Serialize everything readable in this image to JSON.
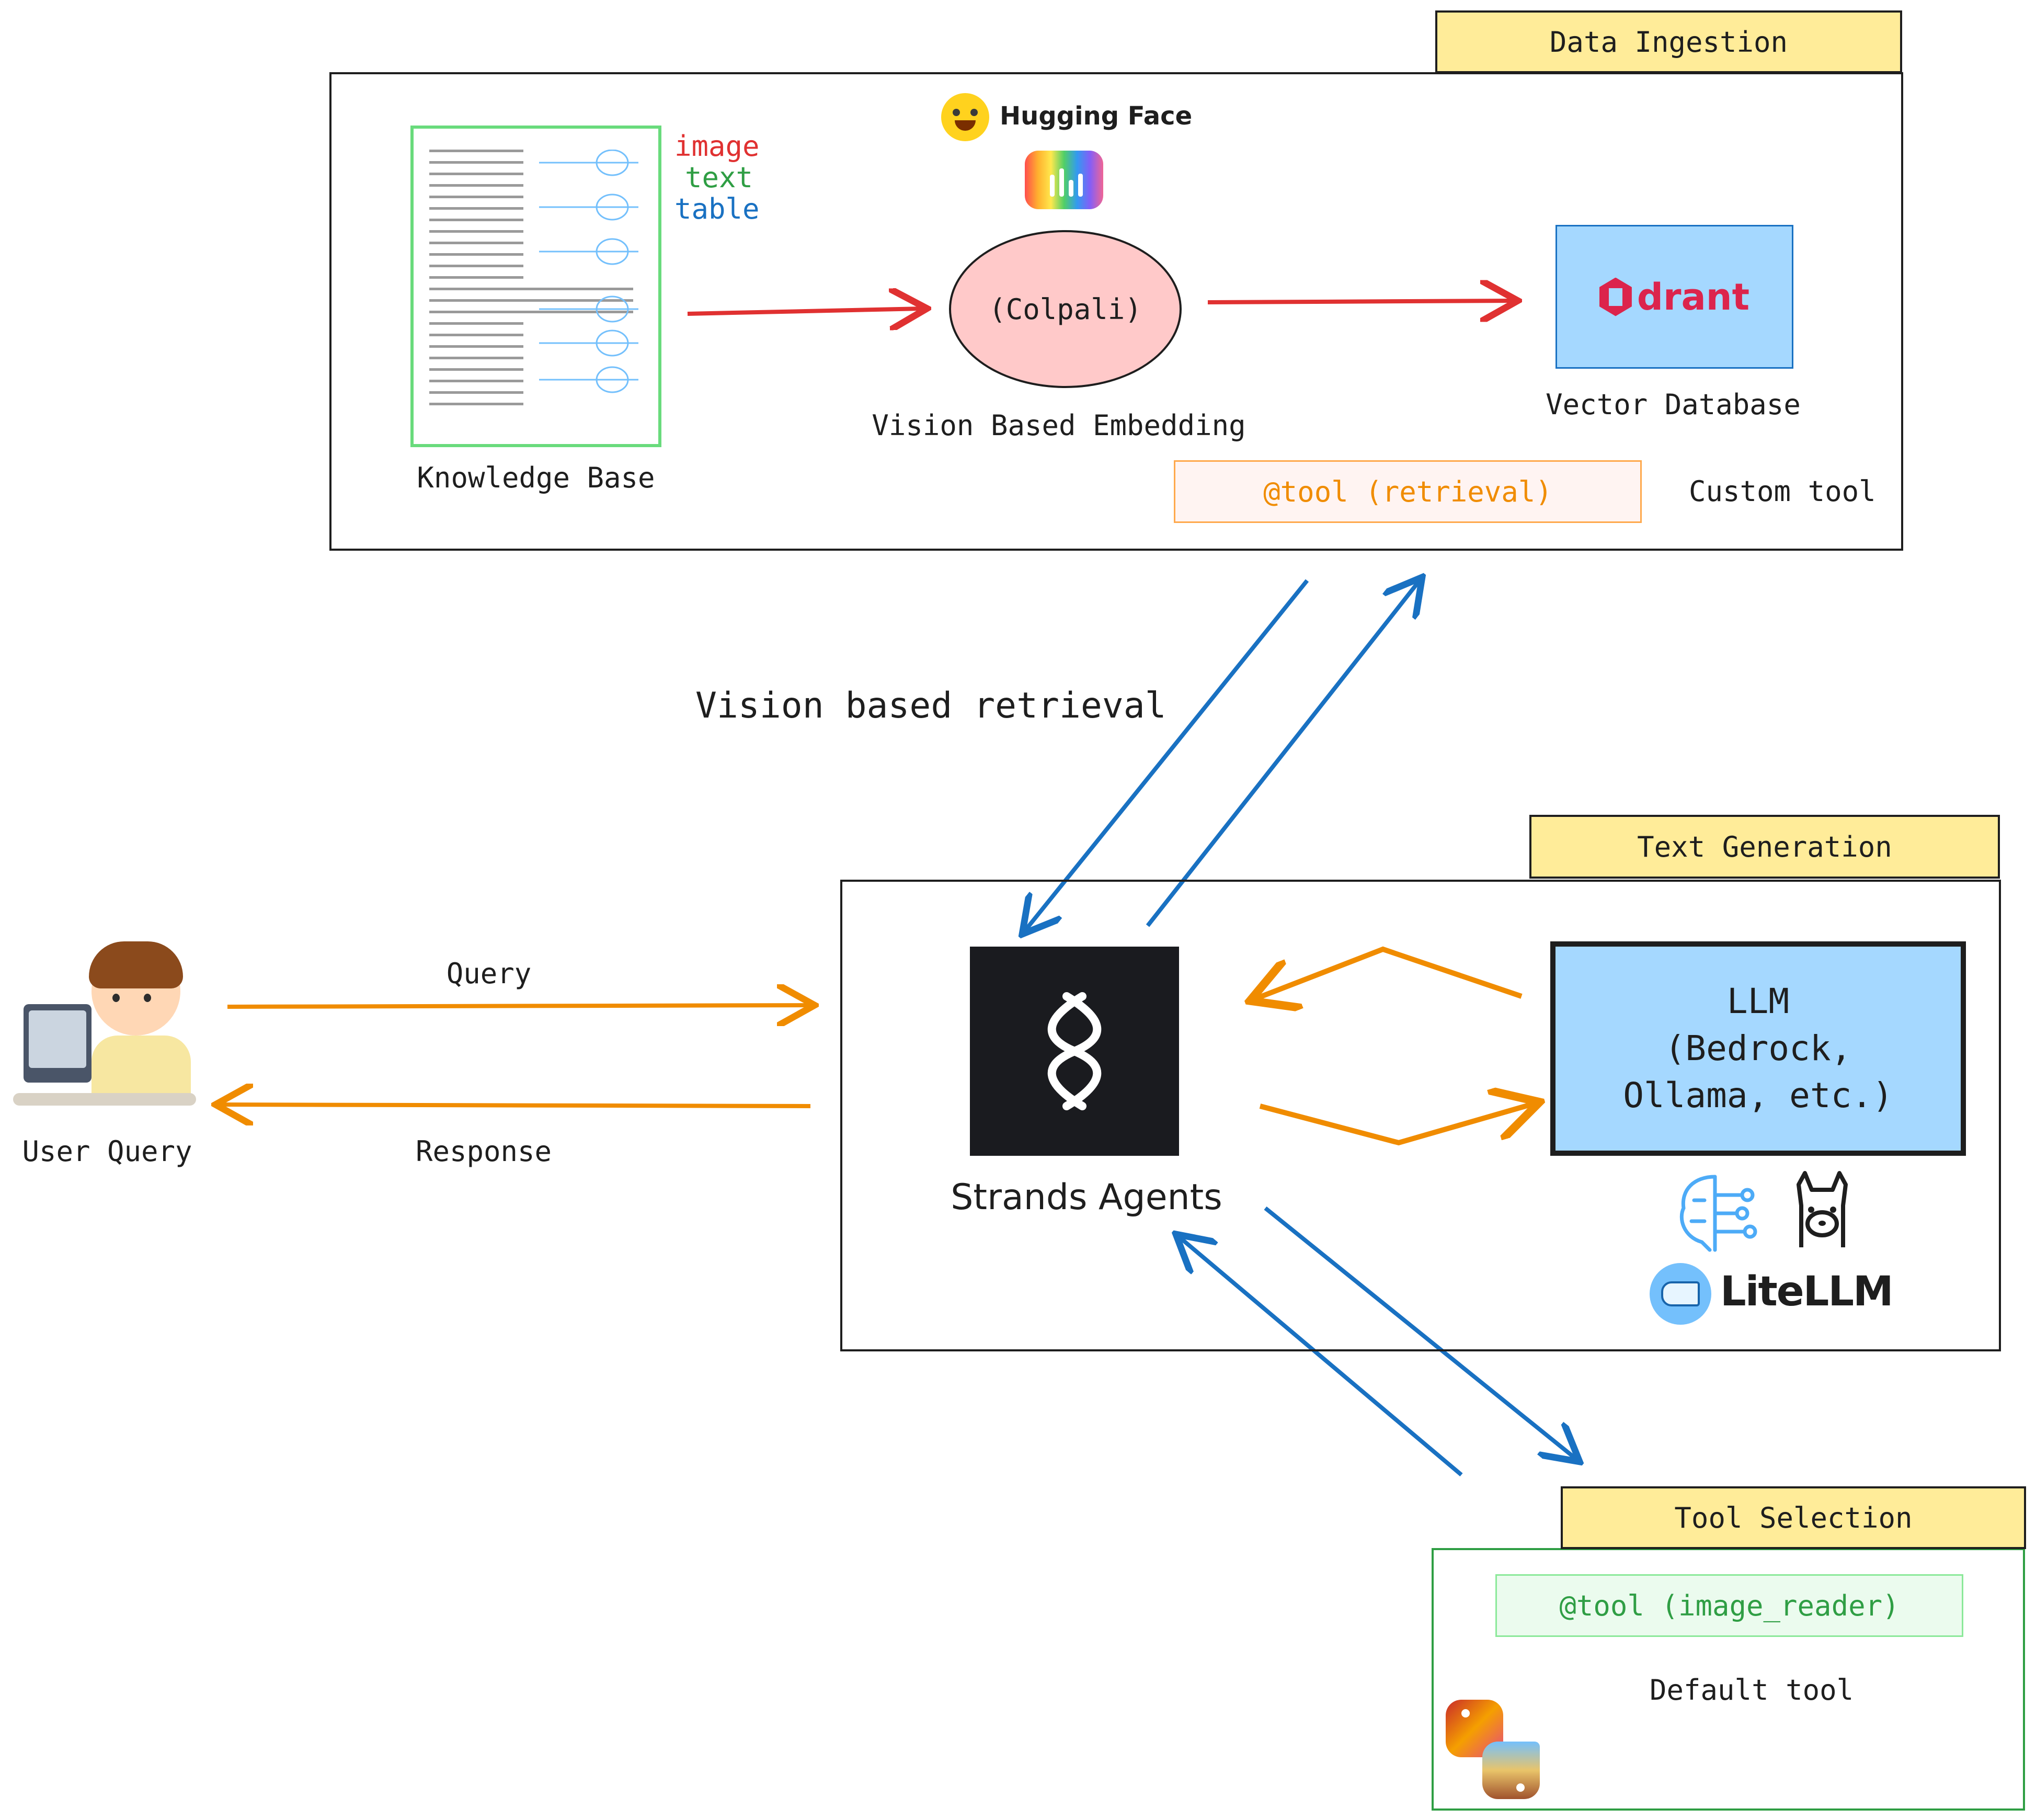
{
  "sections": {
    "data_ingestion": "Data Ingestion",
    "text_generation": "Text Generation",
    "tool_selection": "Tool Selection"
  },
  "knowledge_base": {
    "label": "Knowledge Base",
    "modalities": [
      "image",
      "text",
      "table"
    ]
  },
  "embedding": {
    "brand": "Hugging Face",
    "model": "(Colpali)",
    "label": "Vision Based Embedding"
  },
  "vector_db": {
    "brand": "drant",
    "label": "Vector Database"
  },
  "retrieval_tool": {
    "name": "@tool (retrieval)",
    "note": "Custom tool"
  },
  "retrieval_label": "Vision based retrieval",
  "user": {
    "label": "User Query",
    "query": "Query",
    "response": "Response"
  },
  "agent": {
    "label": "Strands Agents"
  },
  "llm": {
    "line1": "LLM",
    "line2": "(Bedrock,",
    "line3": "Ollama, etc.)",
    "provider": "LiteLLM"
  },
  "default_tool": {
    "name": "@tool (image_reader)",
    "note": "Default tool"
  },
  "colors": {
    "red": "#e03131",
    "orange": "#f08c00",
    "blue": "#1971c2",
    "green": "#2f9e44",
    "tag_yellow": "#ffec99",
    "llm_blue": "#a5d8ff",
    "colpali_pink": "#ffc9c9"
  }
}
